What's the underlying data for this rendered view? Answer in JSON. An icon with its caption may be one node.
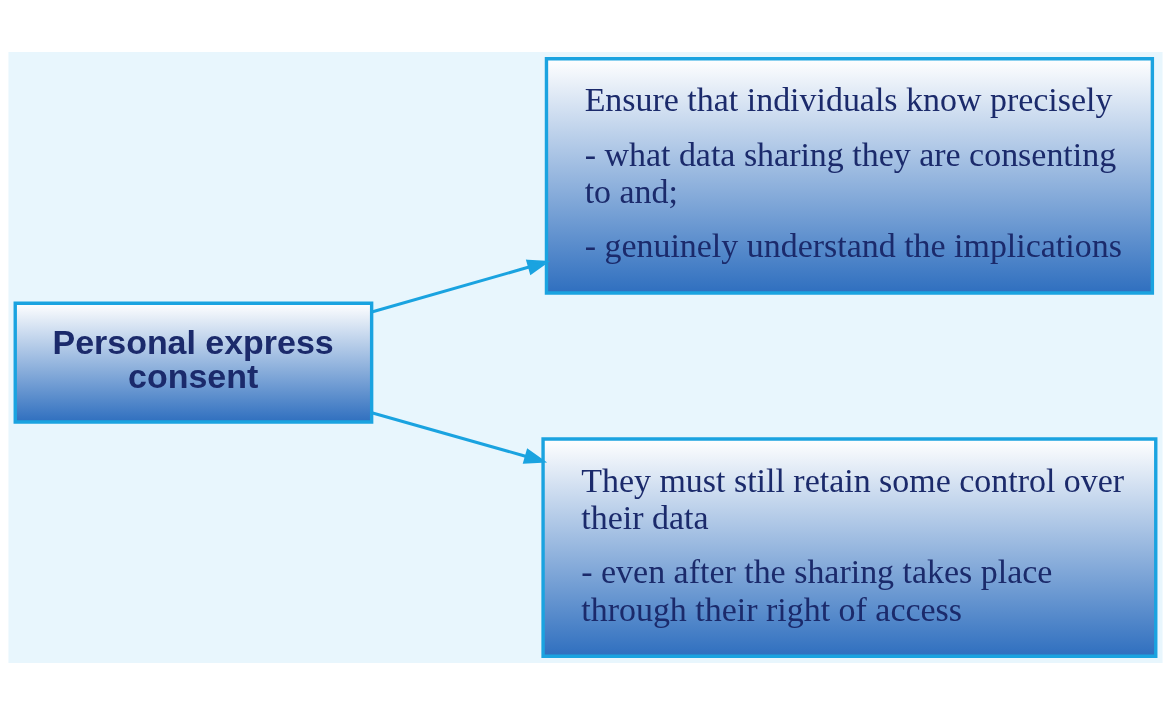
{
  "diagram": {
    "nodes": [
      {
        "text": [
          "Personal express consent"
        ]
      },
      {
        "text": [
          "Ensure that individuals know precisely",
          "- what data sharing they are consenting to and;",
          "- genuinely understand the implications"
        ]
      },
      {
        "text": [
          "They must still retain some control over their data",
          "- even after the sharing takes place through their right of access"
        ]
      }
    ],
    "edges": [
      {
        "from": 0,
        "to": 1,
        "arrow": "to"
      },
      {
        "from": 0,
        "to": 2,
        "arrow": "to"
      }
    ]
  }
}
